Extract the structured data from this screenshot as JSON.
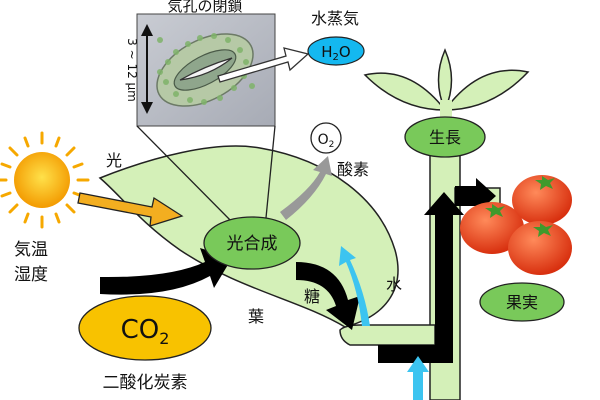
{
  "labels": {
    "stomata_closing": "気孔の閉鎖",
    "water_vapor": "水蒸気",
    "h2o_main": "H",
    "h2o_sub": "2",
    "h2o_end": "O",
    "size_main": "3 ~ 12 µm",
    "light": "光",
    "air_temp": "気温",
    "humidity": "湿度",
    "o2_main": "O",
    "o2_sub": "2",
    "oxygen": "酸素",
    "growth": "生長",
    "photosynthesis": "光合成",
    "sugar": "糖",
    "water": "水",
    "leaf": "葉",
    "fruit": "果実",
    "co2_main": "CO",
    "co2_sub": "2",
    "carbon_dioxide": "二酸化炭素"
  },
  "colors": {
    "leaf_fill": "#d4f0b8",
    "node_fill": "#79c95a",
    "stroke": "#222222",
    "sun": "#f6a800",
    "light_arrow": "#f3ae20",
    "co2_fill": "#f8c200",
    "h2o_fill": "#14b8f0",
    "water_arrow": "#3cc4f0",
    "oxygen_arrow": "#999999",
    "black_arrow": "#000000",
    "tomato": "#e8401e"
  }
}
